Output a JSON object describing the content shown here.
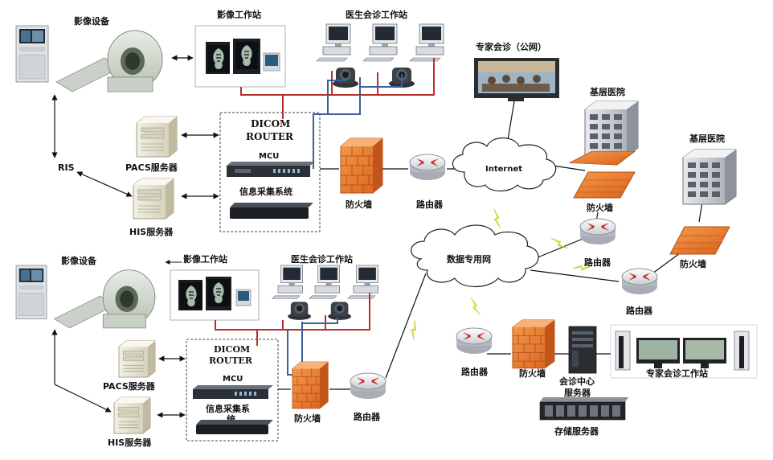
{
  "colors": {
    "red_cable": "#b9302a",
    "blue_cable": "#3b5e9c",
    "firewall_orange": "#e8782a",
    "router_red": "#cc2b22",
    "lightning_yellow": "#e7ea2f"
  },
  "top_site": {
    "imaging_device": "影像设备",
    "imaging_workstation": "影像工作站",
    "doctor_workstation": "医生会诊工作站",
    "ris": "RIS",
    "pacs_server": "PACS服务器",
    "his_server": "HIS服务器",
    "dicom_router": [
      "DICOM",
      "ROUTER"
    ],
    "mcu": "MCU",
    "info_collection": "信息采集系统",
    "firewall": "防火墙",
    "router": "路由器"
  },
  "bottom_site": {
    "imaging_device": "影像设备",
    "imaging_workstation": "影像工作站",
    "doctor_workstation": "医生会诊工作站",
    "pacs_server": "PACS服务器",
    "his_server": "HIS服务器",
    "dicom_router": [
      "DICOM",
      "ROUTER"
    ],
    "mcu": "MCU",
    "info_collection": [
      "信息采集系",
      "统"
    ],
    "firewall": "防火墙",
    "router": "路由器"
  },
  "network": {
    "internet": "Internet",
    "data_network": "数据专用网",
    "expert_public": "专家会诊（公网）"
  },
  "primary_hospitals": [
    {
      "name": "基层医院",
      "firewall": "防火墙",
      "router": "路由器"
    },
    {
      "name": "基层医院",
      "firewall": "防火墙",
      "router": "路由器"
    }
  ],
  "center": {
    "router": "路由器",
    "firewall": "防火墙",
    "server": [
      "会诊中心",
      "服务器"
    ],
    "storage": "存储服务器",
    "expert_workstation": "专家会诊工作站"
  },
  "icons": [
    "mri-scanner",
    "workstation-monitors",
    "desktop-pc",
    "video-camera",
    "server-tower",
    "firewall-brick",
    "router-disk",
    "cloud",
    "building",
    "tv-screen",
    "rack-server",
    "lightning"
  ]
}
